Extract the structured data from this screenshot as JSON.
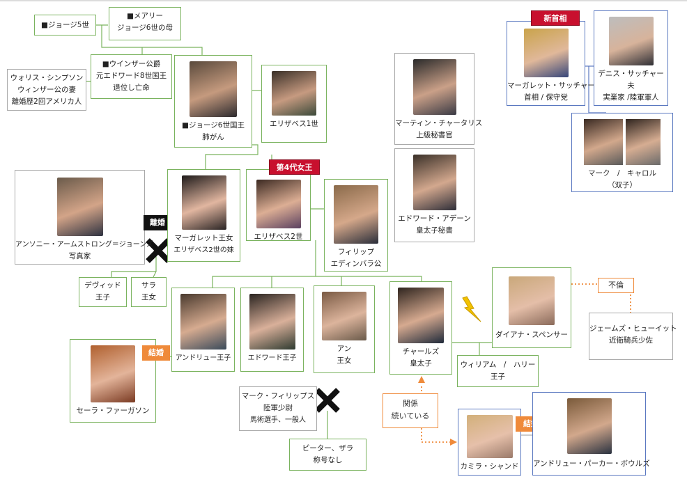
{
  "persons": {
    "george5": {
      "line1": "■ジョージ5世"
    },
    "mary": {
      "line1": "■メアリー",
      "line2": "ジョージ6世の母"
    },
    "windsor": {
      "line1": "■ウインザー公爵",
      "line2": "元エドワード8世国王",
      "line3": "退位し亡命"
    },
    "wallis": {
      "line1": "ウォリス・シンプソン",
      "line2": "ウィンザー公の妻",
      "line3": "離婚歴2回アメリカ人"
    },
    "george6": {
      "line1": "■ジョージ6世国王",
      "line2": "肺がん"
    },
    "elizabeth1": {
      "line1": "エリザベス1世"
    },
    "charteris": {
      "line1": "マーティン・チャータリス",
      "line2": "上級秘書官"
    },
    "adeane": {
      "line1": "エドワード・アデーン",
      "line2": "皇太子秘書"
    },
    "thatcher": {
      "line1": "マーガレット・サッチャー",
      "line2": "首相 / 保守党"
    },
    "denis": {
      "line1": "デニス・サッチャー",
      "line2": "夫",
      "line3": "実業家 /陸軍軍人"
    },
    "twins": {
      "line1": "マーク　/　キャロル",
      "line2": "（双子）"
    },
    "tony": {
      "line1": "アンソニー・アームストロング＝ジョーンズ",
      "line2": "写真家"
    },
    "margaret": {
      "line1": "マーガレット王女",
      "line2": "エリザベス2世の妹"
    },
    "elizabeth2": {
      "line1": "エリザベス2世"
    },
    "philip": {
      "line1": "フィリップ",
      "line2": "エディンバラ公"
    },
    "david": {
      "line1": "デヴィッド",
      "line2": "王子"
    },
    "sarah": {
      "line1": "サラ",
      "line2": "王女"
    },
    "andrew": {
      "line1": "アンドリュー王子"
    },
    "edward": {
      "line1": "エドワード王子"
    },
    "anne": {
      "line1": "アン",
      "line2": "王女"
    },
    "charles": {
      "line1": "チャールズ",
      "line2": "皇太子"
    },
    "diana": {
      "line1": "ダイアナ・スペンサー"
    },
    "hewitt": {
      "line1": "ジェームズ・ヒューイット",
      "line2": "近衛騎兵少佐"
    },
    "william": {
      "line1": "ウィリアム　/　ハリー",
      "line2": "王子"
    },
    "fergie": {
      "line1": "セーラ・ファーガソン"
    },
    "markp": {
      "line1": "マーク・フィリップス",
      "line2": "陸軍少尉",
      "line3": "馬術選手、一般人"
    },
    "peter": {
      "line1": "ピーター、ザラ",
      "line2": "称号なし"
    },
    "camilla": {
      "line1": "カミラ・シャンド"
    },
    "parker": {
      "line1": "アンドリュー・パーカー・ボウルズ"
    }
  },
  "tags": {
    "new_pm": "新首相",
    "fourth_queen": "第4代女王",
    "divorce": "離婚",
    "marriage1": "結婚",
    "marriage2": "結婚",
    "affair": "不倫",
    "relation1": "関係",
    "relation2": "続いている"
  },
  "colors": {
    "green_border": "#7ab35e",
    "blue_border": "#5a78c0",
    "gray_border": "#a9a9a9",
    "red_tag": "#c8102e",
    "orange_tag": "#ef8a3a"
  }
}
